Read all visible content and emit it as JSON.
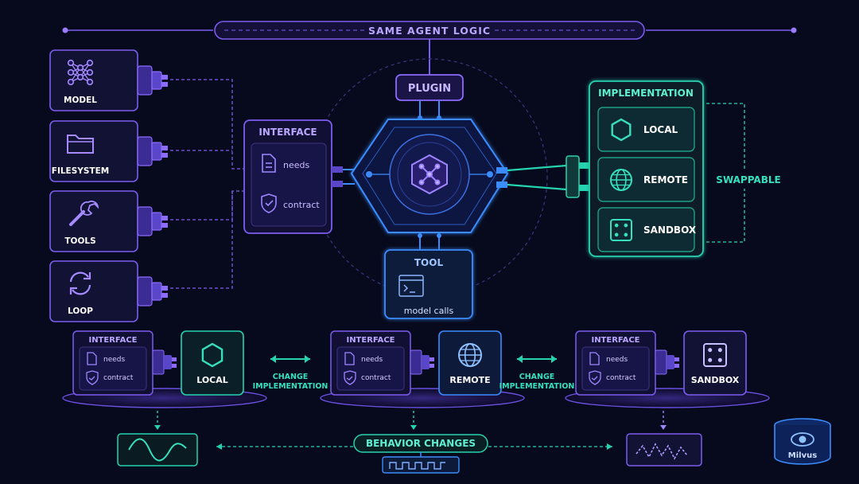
{
  "title": "SAME AGENT LOGIC",
  "plugin_label": "PLUGIN",
  "tool": {
    "title": "TOOL",
    "caption": "model calls"
  },
  "interface": {
    "title": "INTERFACE",
    "needs": "needs",
    "contract": "contract"
  },
  "components": [
    {
      "label": "MODEL",
      "icon": "neural-network-icon"
    },
    {
      "label": "FILESYSTEM",
      "icon": "folder-icon"
    },
    {
      "label": "TOOLS",
      "icon": "wrench-icon"
    },
    {
      "label": "LOOP",
      "icon": "loop-arrows-icon"
    }
  ],
  "implementation": {
    "title": "IMPLEMENTATION",
    "options": [
      {
        "label": "LOCAL",
        "icon": "hexagon-icon"
      },
      {
        "label": "REMOTE",
        "icon": "globe-icon"
      },
      {
        "label": "SANDBOX",
        "icon": "dice-icon"
      }
    ],
    "swappable": "SWAPPABLE"
  },
  "bottom_modules": [
    {
      "interface_title": "INTERFACE",
      "needs": "needs",
      "contract": "contract",
      "impl": "LOCAL",
      "icon": "hexagon-icon"
    },
    {
      "interface_title": "INTERFACE",
      "needs": "needs",
      "contract": "contract",
      "impl": "REMOTE",
      "icon": "globe-icon"
    },
    {
      "interface_title": "INTERFACE",
      "needs": "needs",
      "contract": "contract",
      "impl": "SANDBOX",
      "icon": "dice-icon"
    }
  ],
  "change_label": [
    "CHANGE",
    "IMPLEMENTATION"
  ],
  "behavior_label": "BEHAVIOR CHANGES",
  "logo_label": "Milvus",
  "colors": {
    "purple": "#7c5cf0",
    "teal": "#26d3b0",
    "blue": "#3b8cff",
    "bg": "#070a1c"
  }
}
